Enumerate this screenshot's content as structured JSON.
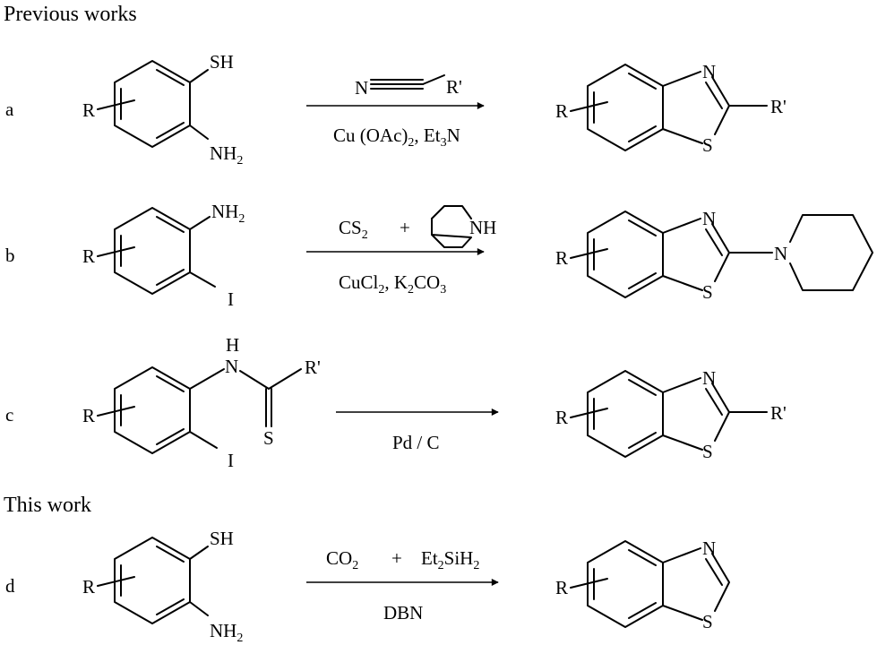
{
  "headers": {
    "previous": "Previous works",
    "this_work": "This work"
  },
  "rows": {
    "a": {
      "letter": "a",
      "reactant": {
        "R": "R",
        "top": "SH",
        "bottom_main": "NH",
        "bottom_sub": "2"
      },
      "reagent_top": {
        "n": "N",
        "r": "R'"
      },
      "reagent_bottom": {
        "p1": "Cu (OAc)",
        "s1": "2",
        "p2": ", Et",
        "s2": "3",
        "p3": "N"
      },
      "product": {
        "R": "R",
        "N": "N",
        "S": "S",
        "sub": "R'"
      }
    },
    "b": {
      "letter": "b",
      "reactant": {
        "R": "R",
        "top_main": "NH",
        "top_sub": "2",
        "bottom": "I"
      },
      "reagent_top": {
        "cs_main": "CS",
        "cs_sub": "2",
        "plus": "+",
        "nh": "NH"
      },
      "reagent_bottom": {
        "p1": "CuCl",
        "s1": "2",
        "p2": ", K",
        "s2": "2",
        "p3": "CO",
        "s3": "3"
      },
      "product": {
        "R": "R",
        "N": "N",
        "S": "S",
        "pipN": "N"
      }
    },
    "c": {
      "letter": "c",
      "reactant": {
        "R": "R",
        "H": "H",
        "N": "N",
        "Rp": "R'",
        "S": "S",
        "I": "I"
      },
      "reagent_bottom": "Pd / C",
      "product": {
        "R": "R",
        "N": "N",
        "S": "S",
        "sub": "R'"
      }
    },
    "d": {
      "letter": "d",
      "reactant": {
        "R": "R",
        "top": "SH",
        "bottom_main": "NH",
        "bottom_sub": "2"
      },
      "reagent_top": {
        "co_main": "CO",
        "co_sub": "2",
        "plus": "+",
        "et_a": "Et",
        "et_s1": "2",
        "et_b": "SiH",
        "et_s2": "2"
      },
      "reagent_bottom": "DBN",
      "product": {
        "R": "R",
        "N": "N",
        "S": "S"
      }
    }
  }
}
